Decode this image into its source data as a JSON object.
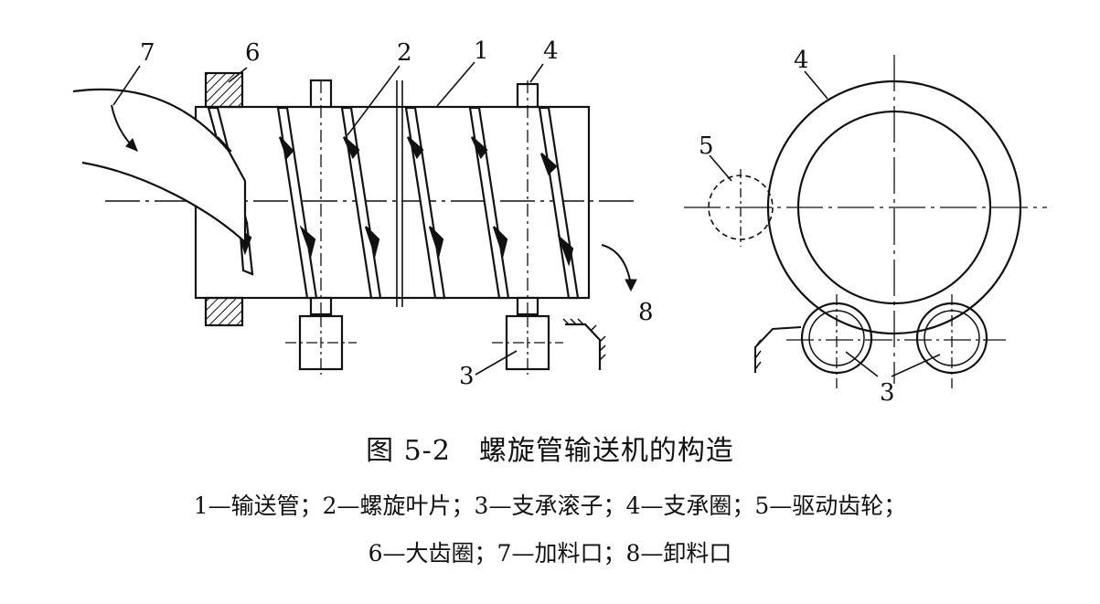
{
  "labels": {
    "l1": "1",
    "l2": "2",
    "l3a": "3",
    "l3b": "3",
    "l4a": "4",
    "l4b": "4",
    "l5": "5",
    "l6": "6",
    "l7": "7",
    "l8": "8"
  },
  "caption": {
    "title": "图 5-2　螺旋管输送机的构造",
    "line1": "1—输送管；2—螺旋叶片；3—支承滚子；4—支承圈；5—驱动齿轮；",
    "line2": "6—大齿圈；7—加料口；8—卸料口"
  }
}
